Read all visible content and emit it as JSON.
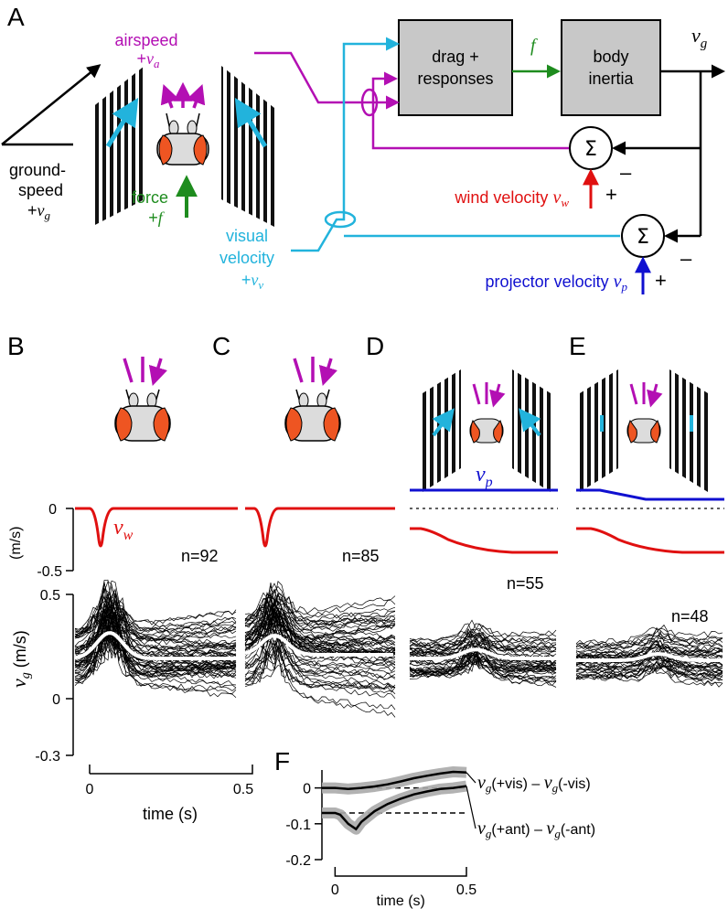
{
  "panels": {
    "a": "A",
    "b": "B",
    "c": "C",
    "d": "D",
    "e": "E",
    "f": "F"
  },
  "diagram": {
    "airspeed": "airspeed",
    "airspeed_sign": "+",
    "airspeed_var": "v",
    "airspeed_sub": "a",
    "ground_1": "ground-",
    "ground_2": "speed",
    "ground_sign": "+",
    "ground_var": "v",
    "ground_sub": "g",
    "force": "force",
    "force_sign": "+",
    "force_var": "f",
    "visual_1": "visual",
    "visual_2": "velocity",
    "visual_sign": "+",
    "visual_var": "v",
    "visual_sub": "v",
    "box_drag_1": "drag +",
    "box_drag_2": "responses",
    "box_body_1": "body",
    "box_body_2": "inertia",
    "f_label": "f",
    "vg_var": "v",
    "vg_sub": "g",
    "sum": "Σ",
    "minus": "–",
    "plus": "+",
    "wind_text": "wind velocity ",
    "wind_var": "v",
    "wind_sub": "w",
    "proj_text": "projector velocity ",
    "proj_var": "v",
    "proj_sub": "p",
    "colors": {
      "airspeed": "#b30fb3",
      "visual": "#22b3dc",
      "force": "#1e8c1e",
      "wind": "#e01010",
      "projector": "#1010d0",
      "box": "#c8c8c8"
    }
  },
  "traces": {
    "wind_label_var": "v",
    "wind_label_sub": "w",
    "vp_var": "v",
    "vp_sub": "p",
    "n_b": "n=92",
    "n_c": "n=85",
    "n_d": "n=55",
    "n_e": "n=48",
    "ylabel_top": "(m/s)",
    "ylabel_bot_var": "v",
    "ylabel_bot_sub": "g",
    "ylabel_bot_unit": " (m/s)",
    "ticks_top": [
      "0",
      "-0.5"
    ],
    "ticks_bot": [
      "0.5",
      "0",
      "-0.3"
    ],
    "xticks": [
      "0",
      "0.5"
    ],
    "xlabel": "time (s)"
  },
  "chart_data": {
    "type": "line",
    "xlabel": "time (s)",
    "ylabel": "",
    "xlim": [
      0,
      0.5
    ],
    "ylim": [
      -0.2,
      0.05
    ],
    "yticks": [
      "0",
      "-0.1",
      "-0.2"
    ],
    "xticks": [
      "0",
      "0.5"
    ],
    "series": [
      {
        "name_var": "v",
        "name_sub1": "g",
        "name_mid": "(+vis) – ",
        "name_sub2": "g",
        "name_end": "(-vis)",
        "x": [
          -0.05,
          0,
          0.05,
          0.1,
          0.15,
          0.2,
          0.25,
          0.3,
          0.35,
          0.4,
          0.45,
          0.5
        ],
        "y": [
          0,
          0,
          -0.003,
          0,
          0.004,
          0.01,
          0.018,
          0.027,
          0.034,
          0.04,
          0.045,
          0.043
        ]
      },
      {
        "name_var": "v",
        "name_sub1": "g",
        "name_mid": "(+ant) – ",
        "name_sub2": "g",
        "name_end": "(-ant)",
        "x": [
          -0.05,
          0,
          0.02,
          0.05,
          0.08,
          0.1,
          0.15,
          0.2,
          0.25,
          0.3,
          0.35,
          0.4,
          0.45,
          0.5
        ],
        "y": [
          -0.07,
          -0.07,
          -0.075,
          -0.1,
          -0.115,
          -0.095,
          -0.065,
          -0.045,
          -0.03,
          -0.018,
          -0.01,
          -0.003,
          0,
          0.005
        ]
      }
    ],
    "reference_line": -0.07
  }
}
